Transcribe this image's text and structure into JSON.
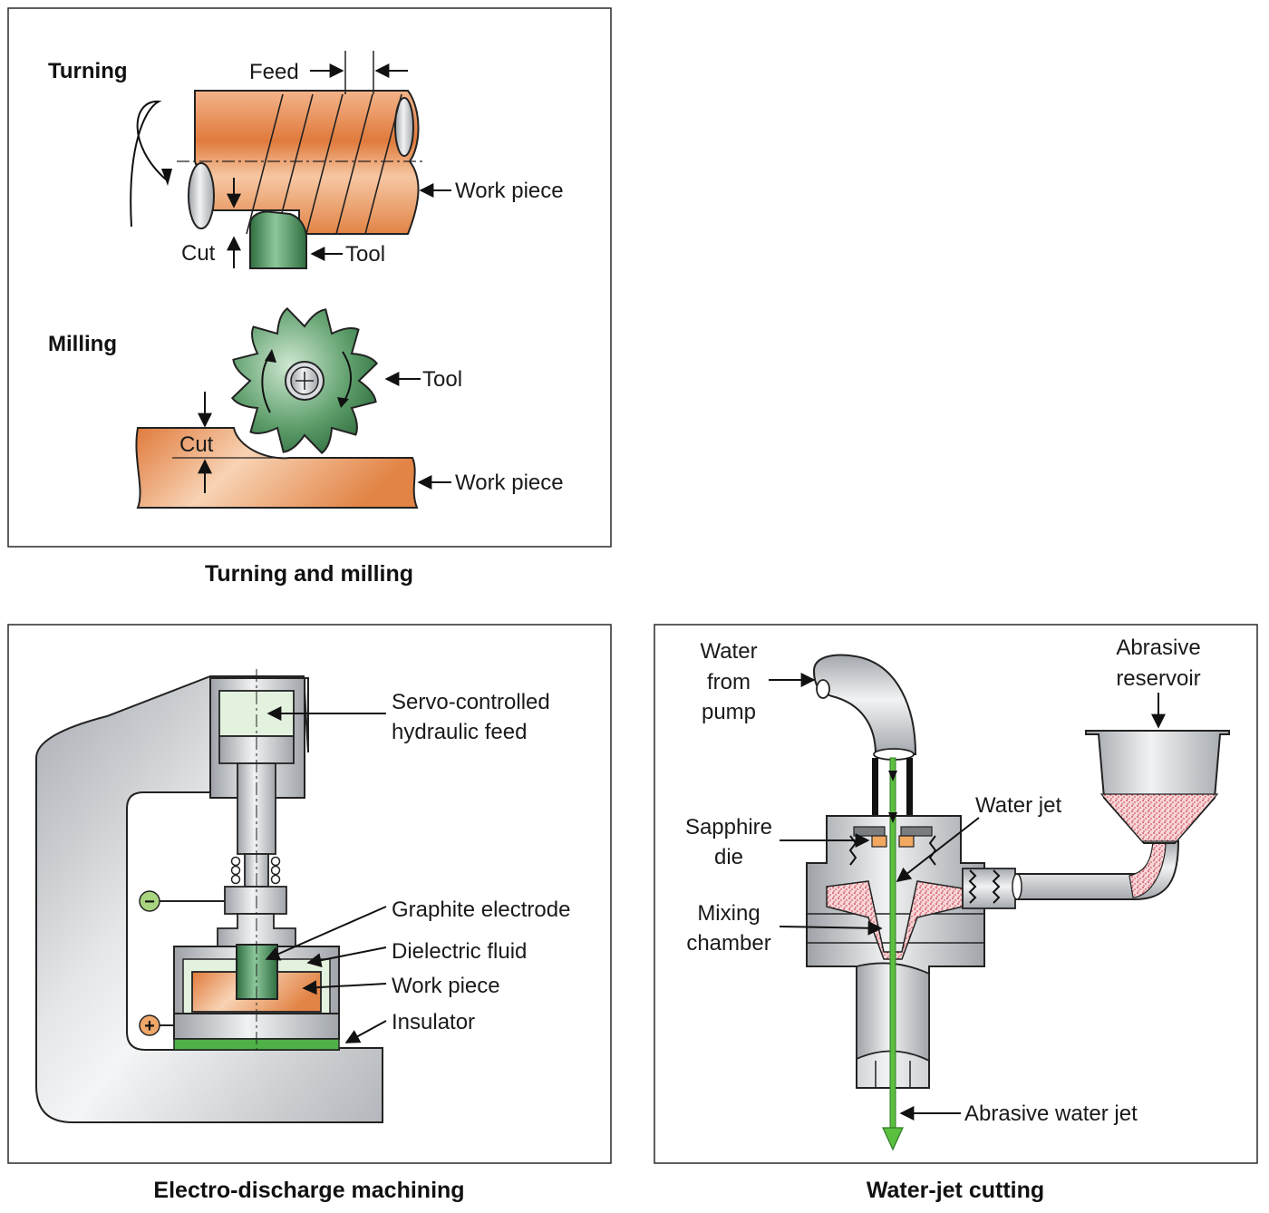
{
  "panels": {
    "turning_milling": {
      "caption": "Turning and milling",
      "turning": {
        "heading": "Turning",
        "feed_label": "Feed",
        "workpiece_label": "Work piece",
        "cut_label": "Cut",
        "tool_label": "Tool"
      },
      "milling": {
        "heading": "Milling",
        "tool_label": "Tool",
        "cut_label": "Cut",
        "workpiece_label": "Work piece"
      }
    },
    "edm": {
      "caption": "Electro-discharge machining",
      "labels": {
        "servo_line1": "Servo-controlled",
        "servo_line2": "hydraulic feed",
        "graphite_electrode": "Graphite electrode",
        "dielectric_fluid": "Dielectric fluid",
        "work_piece": "Work piece",
        "insulator": "Insulator"
      },
      "terminals": {
        "negative": "−",
        "positive": "+"
      }
    },
    "waterjet": {
      "caption": "Water-jet cutting",
      "labels": {
        "water_line1": "Water",
        "water_line2": "from",
        "water_line3": "pump",
        "abrasive_line1": "Abrasive",
        "abrasive_line2": "reservoir",
        "water_jet": "Water jet",
        "sapphire_line1": "Sapphire",
        "sapphire_line2": "die",
        "mixing_line1": "Mixing",
        "mixing_line2": "chamber",
        "abrasive_water_jet": "Abrasive water jet"
      }
    }
  },
  "colors": {
    "copper": "#e8894a",
    "tool_green": "#3f8f55",
    "steel": "#b9bcc0",
    "light_green": "#e3f2df",
    "abrasive_red": "#d9555f",
    "jet_green": "#5bbf3f"
  }
}
